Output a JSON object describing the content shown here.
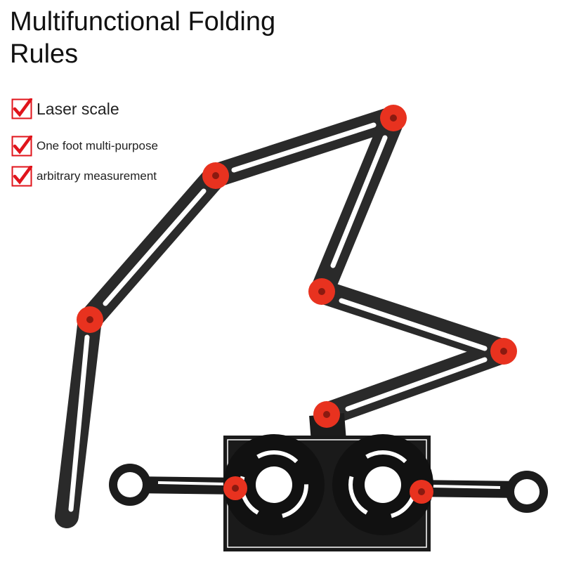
{
  "title": "Multifunctional Folding Rules",
  "features": [
    {
      "label": "Laser scale"
    },
    {
      "label": "One foot multi-purpose"
    },
    {
      "label": "arbitrary measurement"
    }
  ],
  "colors": {
    "check": "#e0141b",
    "ruler": "#2a2a2a",
    "knob": "#e8321f",
    "background": "#ffffff"
  },
  "icons": [
    "check-icon"
  ]
}
